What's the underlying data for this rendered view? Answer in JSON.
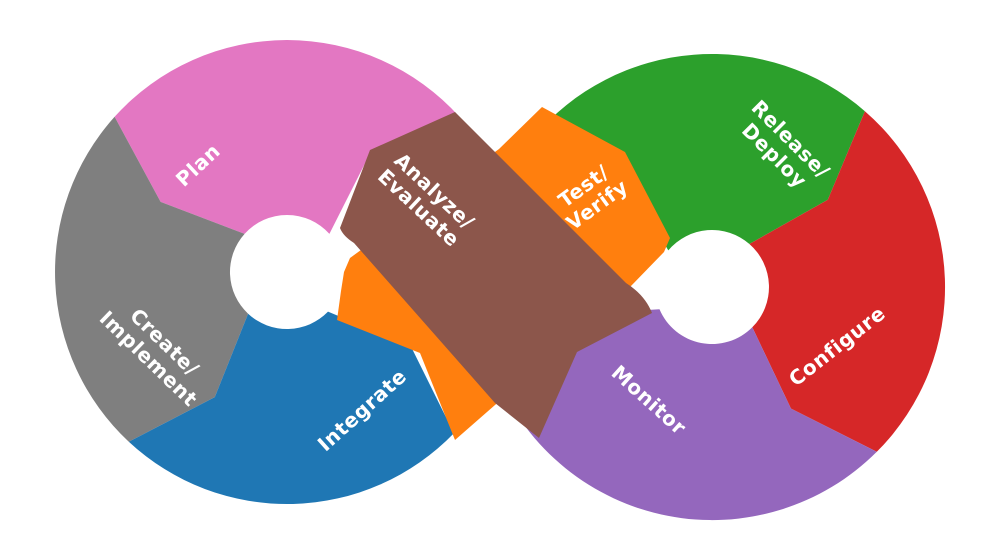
{
  "diagram": {
    "title": "devops-infinity-loop",
    "background_color": "#ffffff",
    "label_text_color": "#ffffff",
    "segments": [
      {
        "id": "plan",
        "lines": [
          "Plan"
        ],
        "label": "Plan",
        "color": "#e377c2"
      },
      {
        "id": "create",
        "lines": [
          "Create/",
          "Implement"
        ],
        "label": "Create/Implement",
        "color": "#7f7f7f"
      },
      {
        "id": "integrate",
        "lines": [
          "Integrate"
        ],
        "label": "Integrate",
        "color": "#1f77b4"
      },
      {
        "id": "analyze",
        "lines": [
          "Analyze/",
          "Evaluate"
        ],
        "label": "Analyze/Evaluate",
        "color": "#8c564b"
      },
      {
        "id": "test",
        "lines": [
          "Test/",
          "Verify"
        ],
        "label": "Test/Verify",
        "color": "#ff7f0e"
      },
      {
        "id": "release",
        "lines": [
          "Release/",
          "Deploy"
        ],
        "label": "Release/Deploy",
        "color": "#2ca02c"
      },
      {
        "id": "configure",
        "lines": [
          "Configure"
        ],
        "label": "Configure",
        "color": "#d62728"
      },
      {
        "id": "monitor",
        "lines": [
          "Monitor"
        ],
        "label": "Monitor",
        "color": "#9467bd"
      }
    ]
  }
}
